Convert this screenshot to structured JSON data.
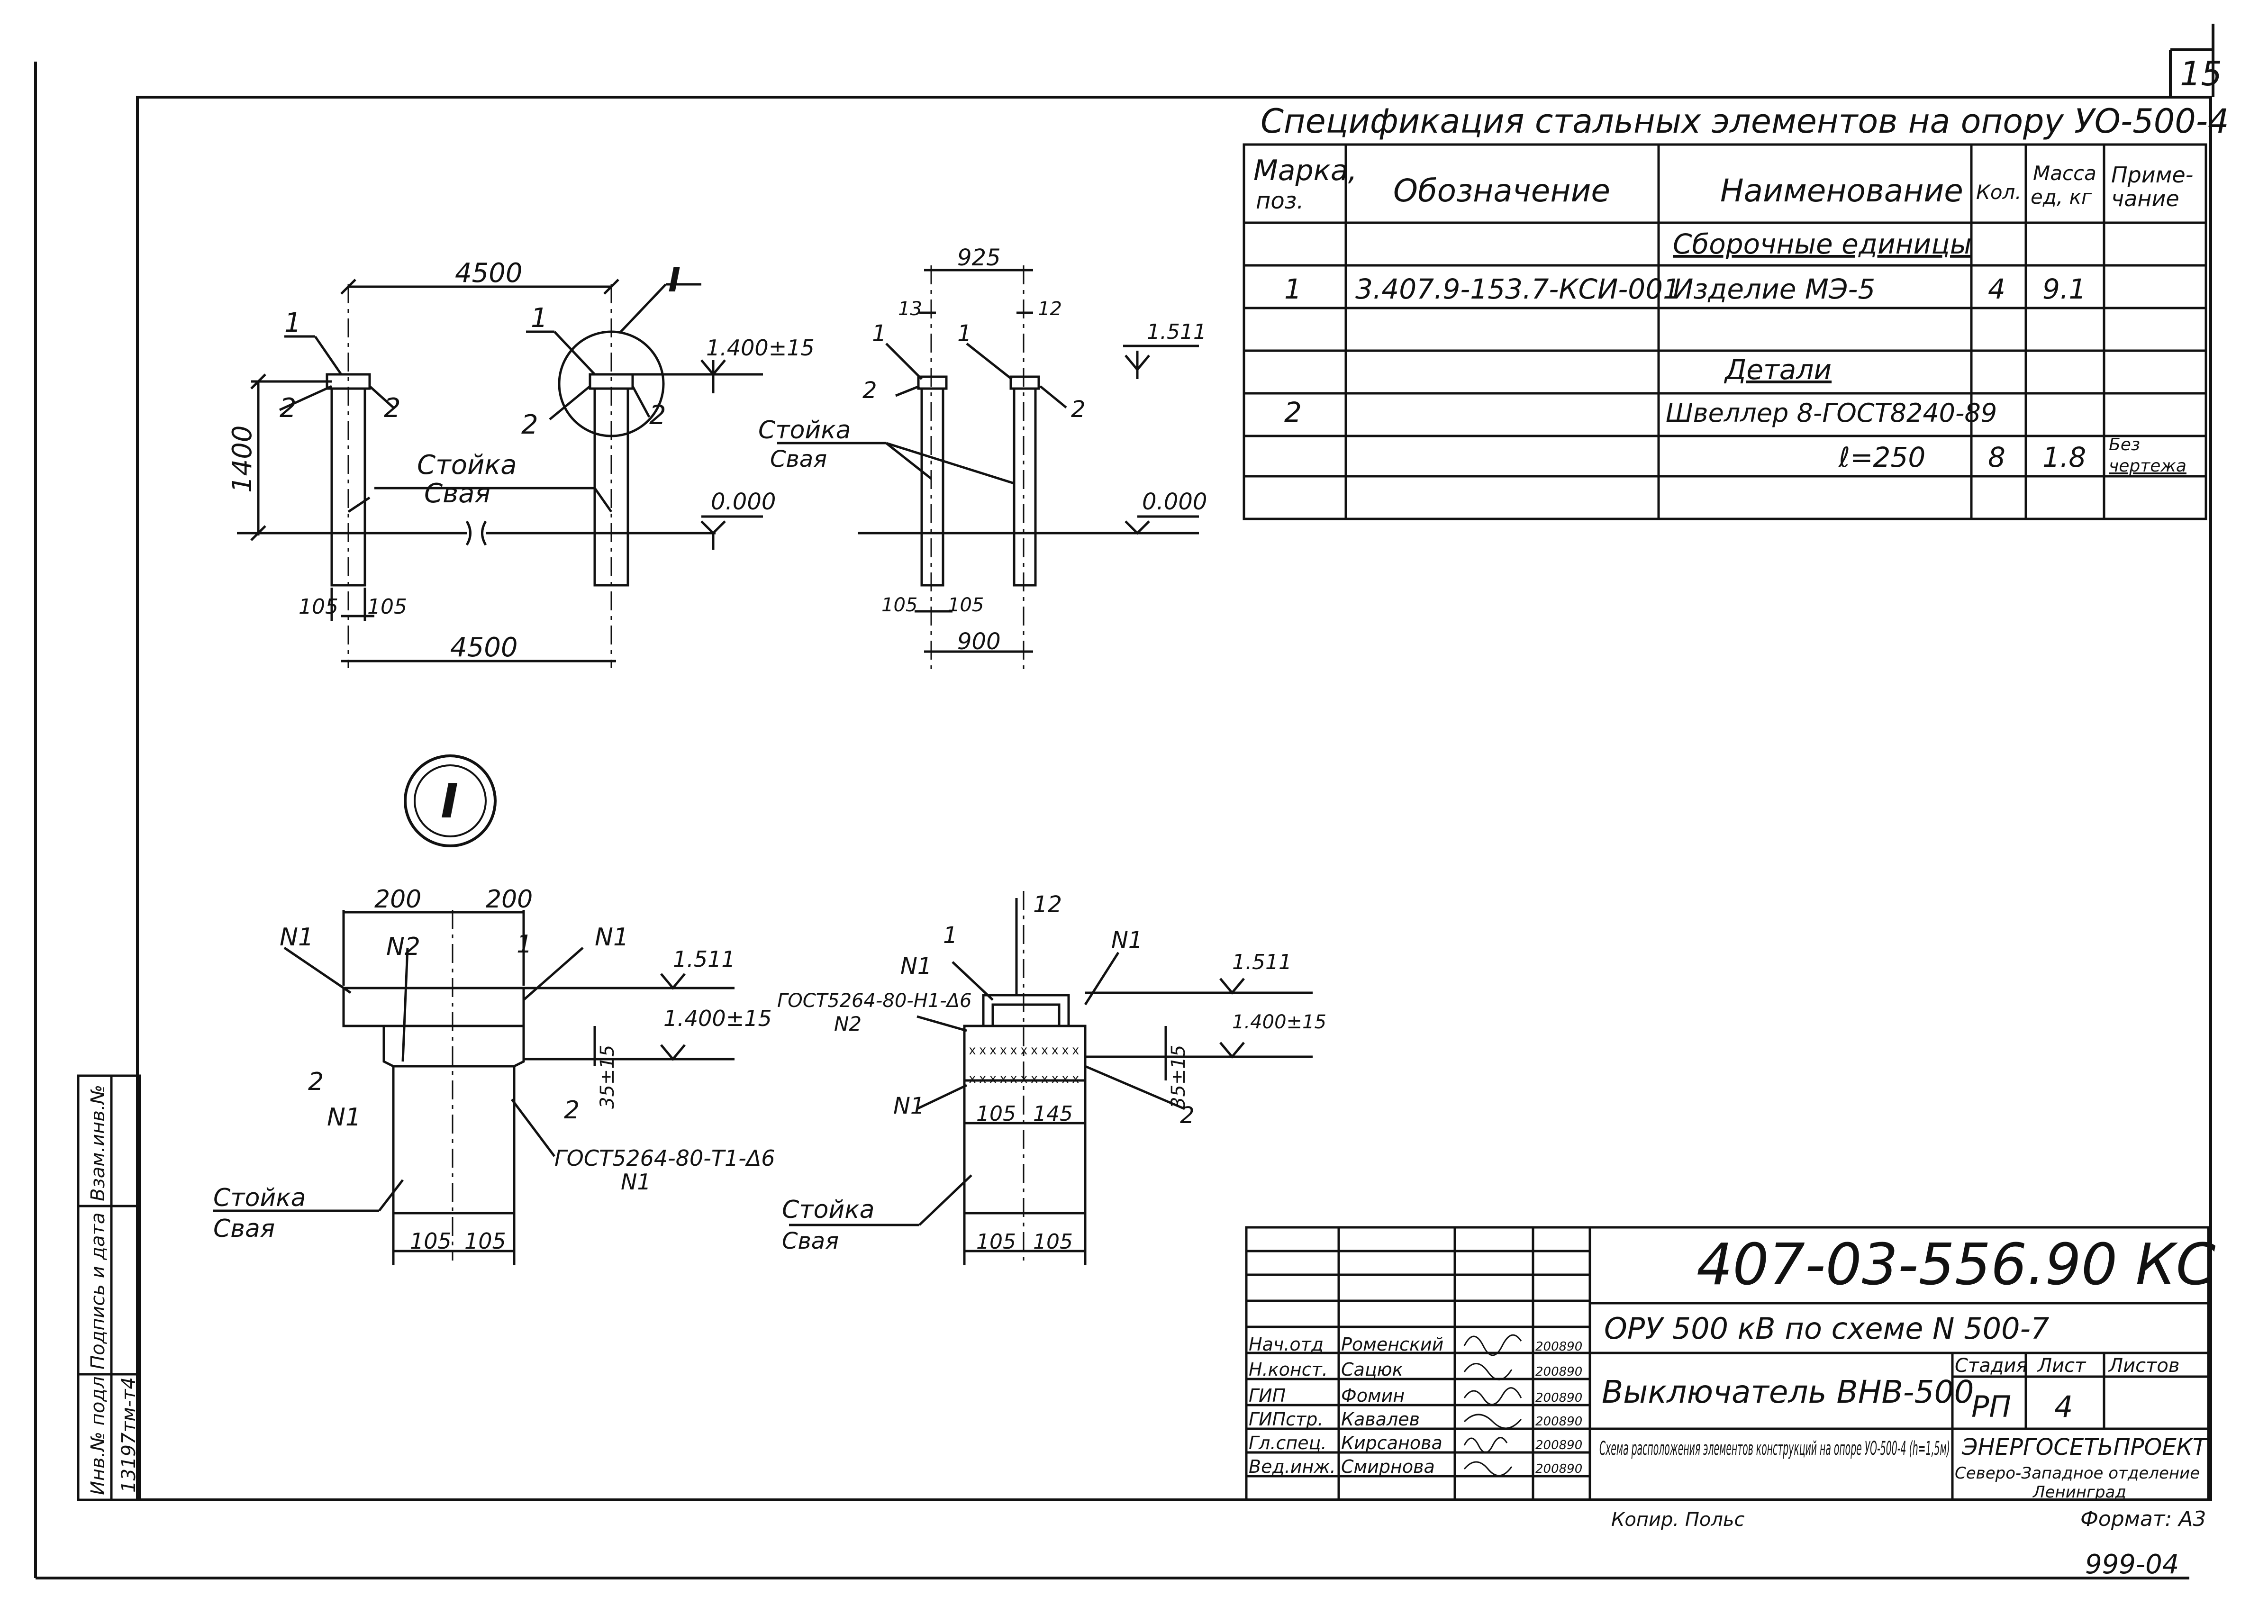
{
  "sheet": {
    "page_number": "15",
    "copy_label": "Копир. Польс",
    "format": "Формат: А3",
    "bottom_mark": "999-04"
  },
  "spec": {
    "title": "Спецификация стальных элементов на опору УО-500-4",
    "headers": {
      "mark": "Марка,",
      "mark2": "поз.",
      "designation": "Обозначение",
      "name": "Наименование",
      "qty": "Кол.",
      "mass": "Масса",
      "mass2": "ед, кг",
      "note": "Приме-",
      "note2": "чание"
    },
    "rows": [
      {
        "mark": "",
        "designation": "",
        "name": "Сборочные единицы",
        "qty": "",
        "mass": "",
        "note": "",
        "note2": ""
      },
      {
        "mark": "1",
        "designation": "3.407.9-153.7-КСИ-001",
        "name": "Изделие МЭ-5",
        "qty": "4",
        "mass": "9.1",
        "note": "",
        "note2": ""
      },
      {
        "mark": "",
        "designation": "",
        "name": "",
        "qty": "",
        "mass": "",
        "note": "",
        "note2": ""
      },
      {
        "mark": "",
        "designation": "",
        "name": "Детали",
        "qty": "",
        "mass": "",
        "note": "",
        "note2": ""
      },
      {
        "mark": "2",
        "designation": "",
        "name": "Швеллер 8-ГОСТ8240-89",
        "qty": "",
        "mass": "",
        "note": "",
        "note2": ""
      },
      {
        "mark": "",
        "designation": "",
        "name": "ℓ=250",
        "qty": "8",
        "mass": "1.8",
        "note": "Без",
        "note2": "чертежа"
      },
      {
        "mark": "",
        "designation": "",
        "name": "",
        "qty": "",
        "mass": "",
        "note": "",
        "note2": ""
      }
    ]
  },
  "drawing_top_left": {
    "dim_top": "4500",
    "dim_bottom": "4500",
    "height": "1400",
    "col_left": "105",
    "col_right": "105",
    "elev_top": "1.400±15",
    "elev_zero": "0.000",
    "stoika": "Стойка",
    "svaya": "Свая",
    "callout": "I",
    "mark1": "1",
    "mark2": "2"
  },
  "drawing_top_right": {
    "dim_top": "925",
    "dim_bottom": "900",
    "d13": "13",
    "d12": "12",
    "col_left": "105",
    "col_right": "105",
    "elev_top": "1.511",
    "elev_zero": "0.000",
    "stoika": "Стойка",
    "svaya": "Свая",
    "mark1": "1",
    "mark2": "2"
  },
  "detail_I": {
    "callout": "I",
    "left": {
      "w_left": "200",
      "w_right": "200",
      "n1": "N1",
      "n2": "N2",
      "mark1": "1",
      "mark2": "2",
      "elev_top": "1.511",
      "elev_mid": "1.400±15",
      "dim_35": "35±15",
      "gost": "ГОСТ5264-80-Т1-Δ6",
      "gost_n": "N1",
      "col_left": "105",
      "col_right": "105",
      "stoika": "Стойка",
      "svaya": "Свая"
    },
    "right": {
      "d12": "12",
      "mark1": "1",
      "mark2": "2",
      "n1": "N1",
      "gost": "ГОСТ5264-80-Н1-Δ6",
      "gost_n": "N2",
      "elev_top": "1.511",
      "elev_mid": "1.400±15",
      "dim_35": "35±15",
      "d105": "105",
      "d145": "145",
      "col_left": "105",
      "col_right": "105",
      "stoika": "Стойка",
      "svaya": "Свая"
    }
  },
  "side_stamp": {
    "labels": [
      "Инв.№ подл.",
      "Подпись и дата",
      "Взам.инв.№"
    ],
    "inv_number": "13197тм-т4"
  },
  "title_block": {
    "code": "407-03-556.90 КС",
    "project": "ОРУ 500 кВ по схеме N 500-7",
    "object": "Выключатель ВНВ-500",
    "sheet_title": "Схема расположения элементов конструкций на опоре УО-500-4 (h=1,5м)",
    "stage_label": "Стадия",
    "sheet_label": "Лист",
    "sheets_label": "Листов",
    "stage": "РП",
    "sheet": "4",
    "sheets": "",
    "org": "ЭНЕРГОСЕТЬПРОЕКТ",
    "org2": "Северо-Западное отделение",
    "org3": "Ленинград",
    "people": [
      {
        "role": "Нач.отд",
        "name": "Роменский",
        "date": "200890"
      },
      {
        "role": "Н.конст.",
        "name": "Сацюк",
        "date": "200890"
      },
      {
        "role": "ГИП",
        "name": "Фомин",
        "date": "200890"
      },
      {
        "role": "ГИПстр.",
        "name": "Кавалев",
        "date": "200890"
      },
      {
        "role": "Гл.спец.",
        "name": "Кирсанова",
        "date": "200890"
      },
      {
        "role": "Вед.инж.",
        "name": "Смирнова",
        "date": "200890"
      }
    ]
  }
}
